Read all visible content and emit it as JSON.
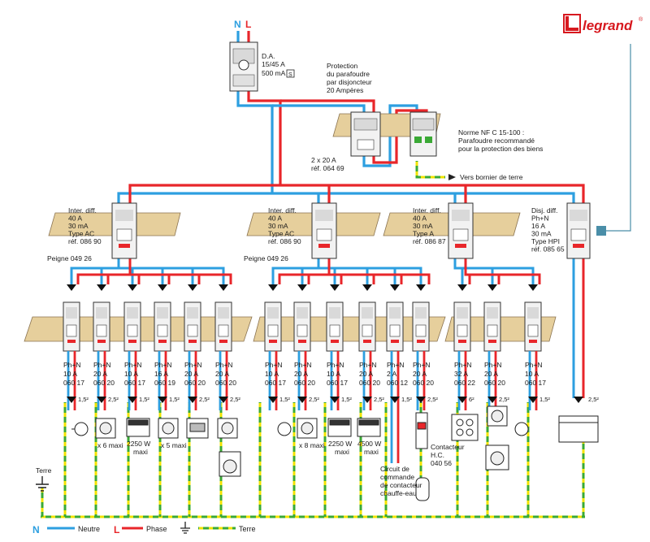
{
  "brand": {
    "name": "legrand",
    "mark": "®"
  },
  "supply": {
    "neutral": "N",
    "phase": "L"
  },
  "main_breaker": {
    "name": "D.A.",
    "rating": "15/45 A",
    "sensitivity": "500 mA",
    "type_mark": "S"
  },
  "surge": {
    "protection_note": [
      "Protection",
      "du parafoudre",
      "par disjoncteur",
      "20 Ampères"
    ],
    "breaker_label": [
      "2 x 20 A",
      "réf. 064 69"
    ],
    "norm_note": [
      "Norme NF C 15-100 :",
      "Parafoudre recommandé",
      "pour la protection des biens"
    ],
    "earth_label": "Vers bornier de terre"
  },
  "rcds": [
    {
      "lines": [
        "Inter. diff.",
        "40 A",
        "30 mA",
        "Type AC",
        "réf. 086 90"
      ]
    },
    {
      "lines": [
        "Inter. diff.",
        "40 A",
        "30 mA",
        "Type AC",
        "réf. 086 90"
      ]
    },
    {
      "lines": [
        "Inter. diff.",
        "40 A",
        "30 mA",
        "Type A",
        "réf. 086 87"
      ]
    },
    {
      "lines": [
        "Disj. diff.",
        "Ph+N",
        "16 A",
        "30 mA",
        "Type HPI",
        "réf. 085 65"
      ]
    }
  ],
  "combs": [
    "Peigne 049 26",
    "Peigne 049 26"
  ],
  "breakers": [
    {
      "lines": [
        "Ph+N",
        "10 A",
        "060 17"
      ],
      "wire": "1,5²"
    },
    {
      "lines": [
        "Ph+N",
        "20 A",
        "060 20"
      ],
      "wire": "2,5²"
    },
    {
      "lines": [
        "Ph+N",
        "10 A",
        "060 17"
      ],
      "wire": "1,5²"
    },
    {
      "lines": [
        "Ph+N",
        "16 A",
        "060 19"
      ],
      "wire": "1,5²"
    },
    {
      "lines": [
        "Ph+N",
        "20 A",
        "060 20"
      ],
      "wire": "2,5²"
    },
    {
      "lines": [
        "Ph+N",
        "20 A",
        "060 20"
      ],
      "wire": "2,5²"
    },
    {
      "lines": [
        "Ph+N",
        "10 A",
        "060 17"
      ],
      "wire": "1,5²"
    },
    {
      "lines": [
        "Ph+N",
        "20 A",
        "060 20"
      ],
      "wire": "2,5²"
    },
    {
      "lines": [
        "Ph+N",
        "10 A",
        "060 17"
      ],
      "wire": "1,5²"
    },
    {
      "lines": [
        "Ph+N",
        "20 A",
        "060 20"
      ],
      "wire": "2,5²"
    },
    {
      "lines": [
        "Ph+N",
        "2 A",
        "060 12"
      ],
      "wire": "1,5²"
    },
    {
      "lines": [
        "Ph+N",
        "20 A",
        "060 20"
      ],
      "wire": "2,5²"
    },
    {
      "lines": [
        "Ph+N",
        "32 A",
        "060 22"
      ],
      "wire": "6²"
    },
    {
      "lines": [
        "Ph+N",
        "20 A",
        "060 20"
      ],
      "wire": "2,5²"
    },
    {
      "lines": [
        "Ph+N",
        "10 A",
        "060 17"
      ],
      "wire": "1,5²"
    },
    {
      "lines": [],
      "wire": "2,5²"
    }
  ],
  "loads": {
    "outlets_6": "x 6 maxi",
    "heater_1": [
      "2250 W",
      "maxi"
    ],
    "outlets_5": "x 5 maxi",
    "outlets_8": "x 8 maxi",
    "heater_2": [
      "2250 W",
      "maxi"
    ],
    "heater_3": [
      "4500 W",
      "maxi"
    ],
    "contactor": [
      "Contacteur",
      "H.C.",
      "040 56"
    ],
    "control_circuit": [
      "Circuit de",
      "commande",
      "de contacteur",
      "chauffe-eau"
    ]
  },
  "earth": {
    "label": "Terre"
  },
  "legend": {
    "neutral_letter": "N",
    "neutral": "Neutre",
    "phase_letter": "L",
    "phase": "Phase",
    "earth": "Terre"
  },
  "colors": {
    "phase": "#e8262a",
    "neutral": "#2d9fe0",
    "earth_yellow": "#f2e300",
    "earth_green": "#3aa935",
    "rail": "#e6cf9c",
    "breaker": "#f2f2f2",
    "accent": "#4a8ea8",
    "brand_red": "#d7191f"
  },
  "icons": [
    "bulb-icon",
    "socket-icon",
    "convector-icon",
    "oven-icon",
    "washing-machine-icon",
    "cooktop-icon",
    "water-heater-icon",
    "earth-symbol-icon",
    "control-box-icon"
  ]
}
